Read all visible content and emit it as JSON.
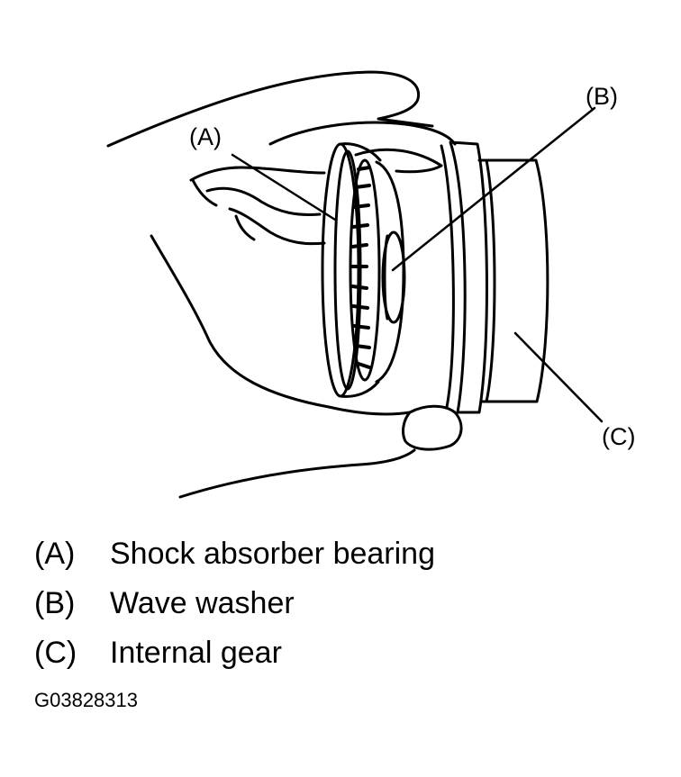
{
  "callouts": {
    "a": "(A)",
    "b": "(B)",
    "c": "(C)"
  },
  "legend": [
    {
      "code": "(A)",
      "text": "Shock absorber bearing"
    },
    {
      "code": "(B)",
      "text": "Wave washer"
    },
    {
      "code": "(C)",
      "text": "Internal gear"
    }
  ],
  "figure_id": "G03828313",
  "colors": {
    "ink": "#000000",
    "paper": "#ffffff"
  }
}
